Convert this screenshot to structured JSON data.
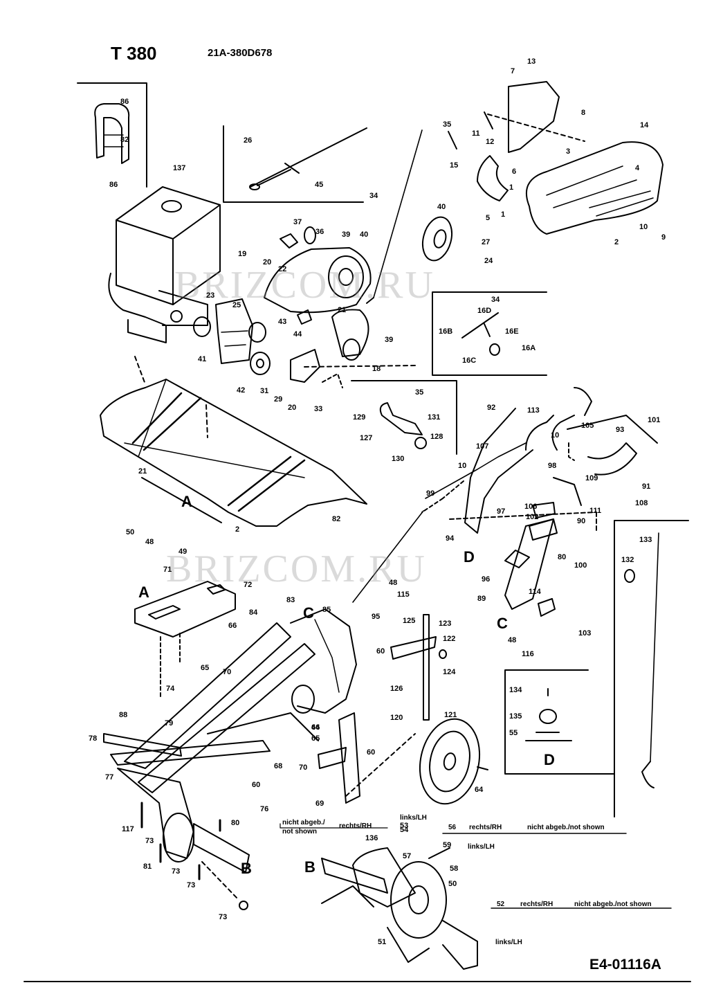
{
  "header": {
    "model": "T 380",
    "part_number": "21A-380D678"
  },
  "footer": {
    "drawing_code": "E4-01116A"
  },
  "watermark": "BRIZCOM.RU",
  "detail_letters": [
    "A",
    "B",
    "C",
    "D"
  ],
  "notes": {
    "n56": "56",
    "n56_rh": "rechts/RH",
    "n56_notshown": "nicht abgeb./not shown",
    "n57_lh": "links/LH",
    "n52": "52",
    "n52_rh": "rechts/RH",
    "n52_notshown": "nicht abgeb./not shown",
    "n51_lh": "links/LH",
    "n58_lh": "links/LH",
    "n55_notshown_de": "nicht abgeb./",
    "n55_notshown_en": "not shown",
    "n55_rh": "rechts/RH"
  },
  "part_labels": [
    "86",
    "82",
    "86",
    "137",
    "26",
    "45",
    "35",
    "13",
    "7",
    "8",
    "11",
    "12",
    "3",
    "14",
    "15",
    "6",
    "1",
    "5",
    "1",
    "4",
    "10",
    "9",
    "2",
    "34",
    "40",
    "27",
    "24",
    "37",
    "36",
    "39",
    "40",
    "19",
    "20",
    "22",
    "23",
    "25",
    "43",
    "44",
    "21",
    "41",
    "42",
    "31",
    "29",
    "20",
    "33",
    "18",
    "39",
    "34",
    "16D",
    "16B",
    "16E",
    "16A",
    "16C",
    "35",
    "129",
    "131",
    "127",
    "128",
    "130",
    "92",
    "113",
    "107",
    "10",
    "98",
    "105",
    "93",
    "101",
    "109",
    "91",
    "108",
    "10",
    "99",
    "97",
    "106",
    "111",
    "102",
    "90",
    "94",
    "96",
    "80",
    "100",
    "133",
    "132",
    "114",
    "89",
    "48",
    "116",
    "103",
    "2",
    "21",
    "50",
    "48",
    "49",
    "82",
    "71",
    "72",
    "84",
    "83",
    "85",
    "66",
    "70",
    "65",
    "74",
    "88",
    "79",
    "78",
    "77",
    "64",
    "65",
    "70",
    "68",
    "60",
    "60",
    "76",
    "69",
    "117",
    "73",
    "80",
    "81",
    "73",
    "73",
    "73",
    "48",
    "115",
    "95",
    "125",
    "123",
    "122",
    "60",
    "124",
    "126",
    "120",
    "121",
    "64",
    "46",
    "136",
    "134",
    "135",
    "55",
    "53",
    "50",
    "57",
    "59",
    "58",
    "54",
    "51"
  ]
}
